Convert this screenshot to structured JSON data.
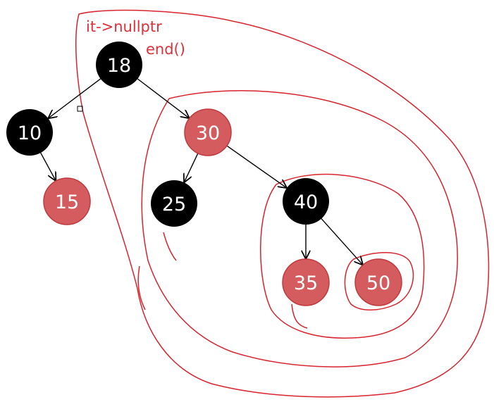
{
  "annotations": {
    "iterator": "it->nullptr",
    "end": "end()"
  },
  "colors": {
    "black_node": "#000000",
    "red_node": "#d45c5f",
    "node_stroke": "#c0393d",
    "annotation_red": "#e0303a",
    "edge": "#000000"
  },
  "tree": {
    "nodes": [
      {
        "id": "n18",
        "label": "18",
        "color": "black"
      },
      {
        "id": "n10",
        "label": "10",
        "color": "black"
      },
      {
        "id": "n30",
        "label": "30",
        "color": "red"
      },
      {
        "id": "n15",
        "label": "15",
        "color": "red"
      },
      {
        "id": "n25",
        "label": "25",
        "color": "black"
      },
      {
        "id": "n40",
        "label": "40",
        "color": "black"
      },
      {
        "id": "n35",
        "label": "35",
        "color": "red"
      },
      {
        "id": "n50",
        "label": "50",
        "color": "red"
      }
    ],
    "edges": [
      {
        "from": "n18",
        "to": "n10"
      },
      {
        "from": "n18",
        "to": "n30"
      },
      {
        "from": "n10",
        "to": "n15"
      },
      {
        "from": "n30",
        "to": "n25"
      },
      {
        "from": "n30",
        "to": "n40"
      },
      {
        "from": "n40",
        "to": "n35"
      },
      {
        "from": "n40",
        "to": "n50"
      }
    ]
  }
}
